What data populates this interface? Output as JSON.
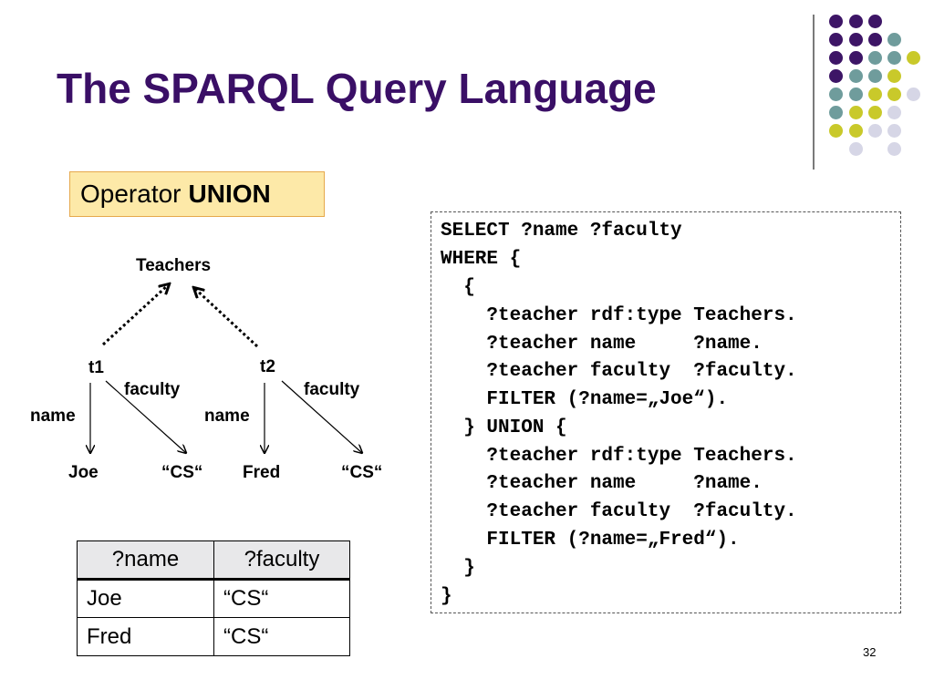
{
  "slide": {
    "title": "The SPARQL Query Language",
    "page_number": "32"
  },
  "operator": {
    "prefix": "Operator",
    "keyword": "UNION"
  },
  "graph": {
    "root": "Teachers",
    "nodes": [
      "t1",
      "t2"
    ],
    "edge_labels": {
      "t1_faculty": "faculty",
      "t1_name": "name",
      "t2_faculty": "faculty",
      "t2_name": "name"
    },
    "leaves": {
      "t1_name_value": "Joe",
      "t1_faculty_value": "“CS“",
      "t2_name_value": "Fred",
      "t2_faculty_value": "“CS“"
    }
  },
  "query": {
    "lines": [
      "SELECT ?name ?faculty",
      "WHERE {",
      "  {",
      "    ?teacher rdf:type Teachers.",
      "    ?teacher name     ?name.",
      "    ?teacher faculty  ?faculty.",
      "    FILTER (?name=„Joe“).",
      "  } UNION {",
      "    ?teacher rdf:type Teachers.",
      "    ?teacher name     ?name.",
      "    ?teacher faculty  ?faculty.",
      "    FILTER (?name=„Fred“).",
      "  }",
      "}"
    ]
  },
  "result": {
    "headers": [
      "?name",
      "?faculty"
    ],
    "rows": [
      [
        "Joe",
        "“CS“"
      ],
      [
        "Fred",
        "“CS“"
      ]
    ]
  },
  "colors": {
    "title": "#3a0f66",
    "dot_purple": "#3d1566",
    "dot_teal": "#6f9c9c",
    "dot_lime": "#c9c92a",
    "dot_lavender": "#d6d6e6",
    "operator_fill": "#fde9a8",
    "operator_border": "#e6a94c"
  }
}
